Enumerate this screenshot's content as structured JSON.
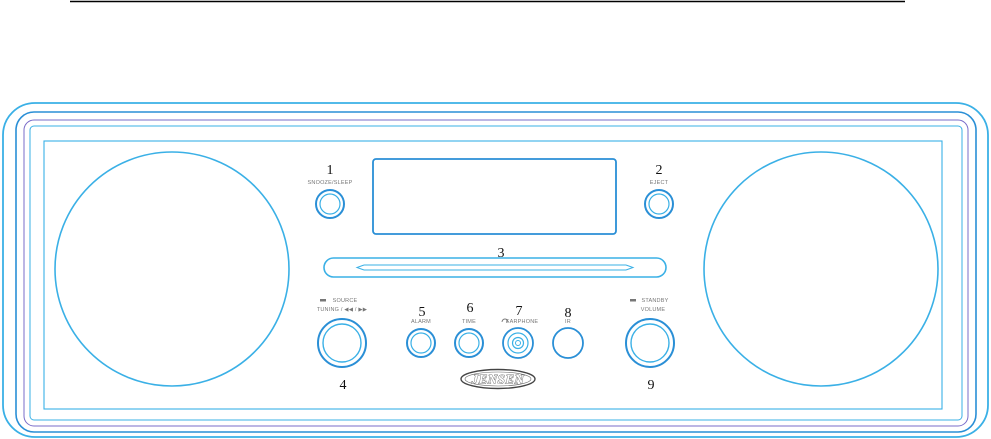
{
  "callouts": {
    "c1": "1",
    "c2": "2",
    "c3": "3",
    "c4": "4",
    "c5": "5",
    "c6": "6",
    "c7": "7",
    "c8": "8",
    "c9": "9"
  },
  "labels": {
    "snooze_sleep": "SNOOZE/SLEEP",
    "eject": "EJECT",
    "source": "SOURCE",
    "tuning": "TUNING / ◀◀ / ▶▶",
    "alarm": "ALARM",
    "time": "TIME",
    "earphone": "EARPHONE",
    "ir": "IR",
    "standby": "STANDBY",
    "volume": "VOLUME"
  },
  "brand": "JENSEN",
  "colors": {
    "outline": "#3ab0e6",
    "outline_dark": "#2a8fd6",
    "outline_accent": "#7a6cc9",
    "top_rule": "#000000"
  }
}
